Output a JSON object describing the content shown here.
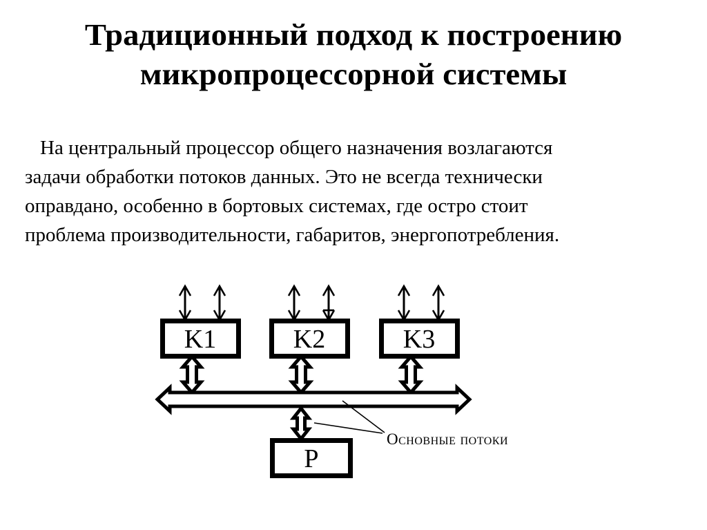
{
  "slide": {
    "background_color": "#ffffff",
    "ink_color": "#000000"
  },
  "title": {
    "lines": [
      "Традиционный подход к построению",
      "микропроцессорной системы"
    ]
  },
  "body": {
    "lines": [
      "На центральный процессор общего назначения возлагаются",
      "задачи обработки потоков данных. Это не всегда технически",
      "оправдано, особенно в бортовых системах, где остро стоит",
      "проблема производительности, габаритов, энергопотребления."
    ]
  },
  "diagram": {
    "boxes": [
      {
        "id": "k1",
        "label": "K1"
      },
      {
        "id": "k2",
        "label": "K2"
      },
      {
        "id": "k3",
        "label": "K3"
      },
      {
        "id": "p",
        "label": "P"
      }
    ],
    "bus": {
      "name": "main-bus",
      "style": "hollow-double-arrow-horizontal"
    },
    "annotation": {
      "text": "Основные потоки",
      "leader_count": 2
    },
    "external_io_arrows_per_box": 2,
    "connector_style": "hollow-double-arrow-vertical"
  }
}
